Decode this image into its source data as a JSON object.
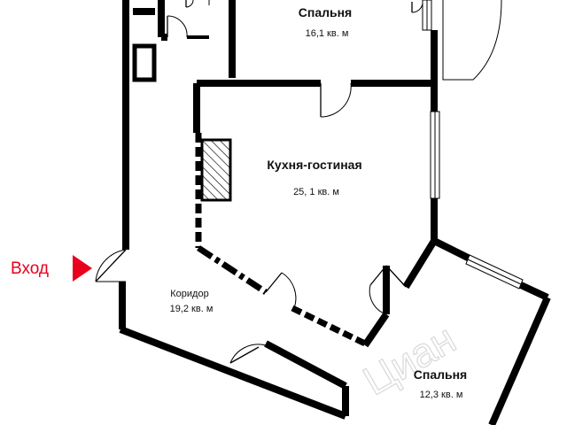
{
  "rooms": {
    "bedroom_top": {
      "name": "Спальня",
      "area": "16,1 кв. м"
    },
    "kitchen_living": {
      "name": "Кухня-гостиная",
      "area": "25, 1 кв. м"
    },
    "corridor": {
      "name": "Коридор",
      "area": "19,2 кв. м"
    },
    "bedroom_bottom": {
      "name": "Спальня",
      "area": "12,3 кв. м"
    }
  },
  "entrance": {
    "label": "Вход"
  },
  "watermark": {
    "text": "Циан"
  },
  "colors": {
    "entrance": "#e8001c",
    "walls": "#000000",
    "hatch": "#000000",
    "background": "#ffffff"
  }
}
